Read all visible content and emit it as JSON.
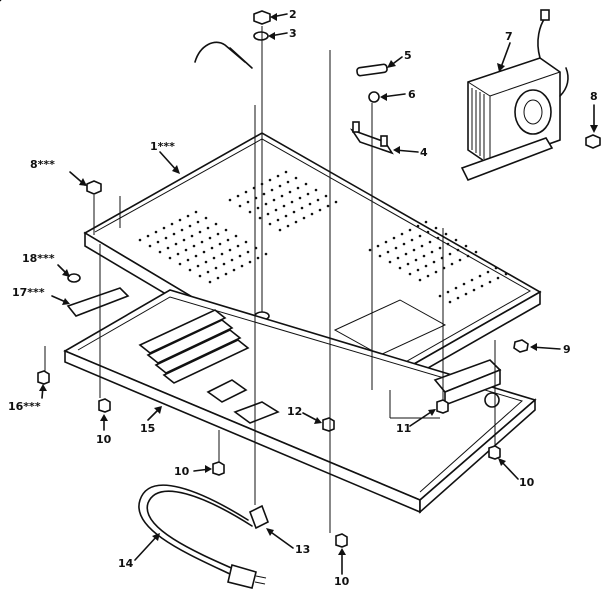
{
  "callouts": {
    "c1": "1***",
    "c2": "2",
    "c3": "3",
    "c4": "4",
    "c5": "5",
    "c6": "6",
    "c7": "7",
    "c8a": "8",
    "c8b": "8***",
    "c9": "9",
    "c10a": "10",
    "c10b": "10",
    "c10c": "10",
    "c10d": "10",
    "c11": "11",
    "c12": "12",
    "c13": "13",
    "c14": "14",
    "c15": "15",
    "c16": "16***",
    "c17": "17***",
    "c18": "18***"
  },
  "parts": [
    "outer-case-cover",
    "case-screw",
    "washer",
    "terminal-bracket",
    "fuse",
    "fuse-clip",
    "power-transformer",
    "transformer-screw",
    "bracket-screw",
    "chassis-base",
    "chassis-screw",
    "power-cord",
    "cord-strain-relief",
    "ground-screw",
    "ground-bracket",
    "ground-washer"
  ]
}
